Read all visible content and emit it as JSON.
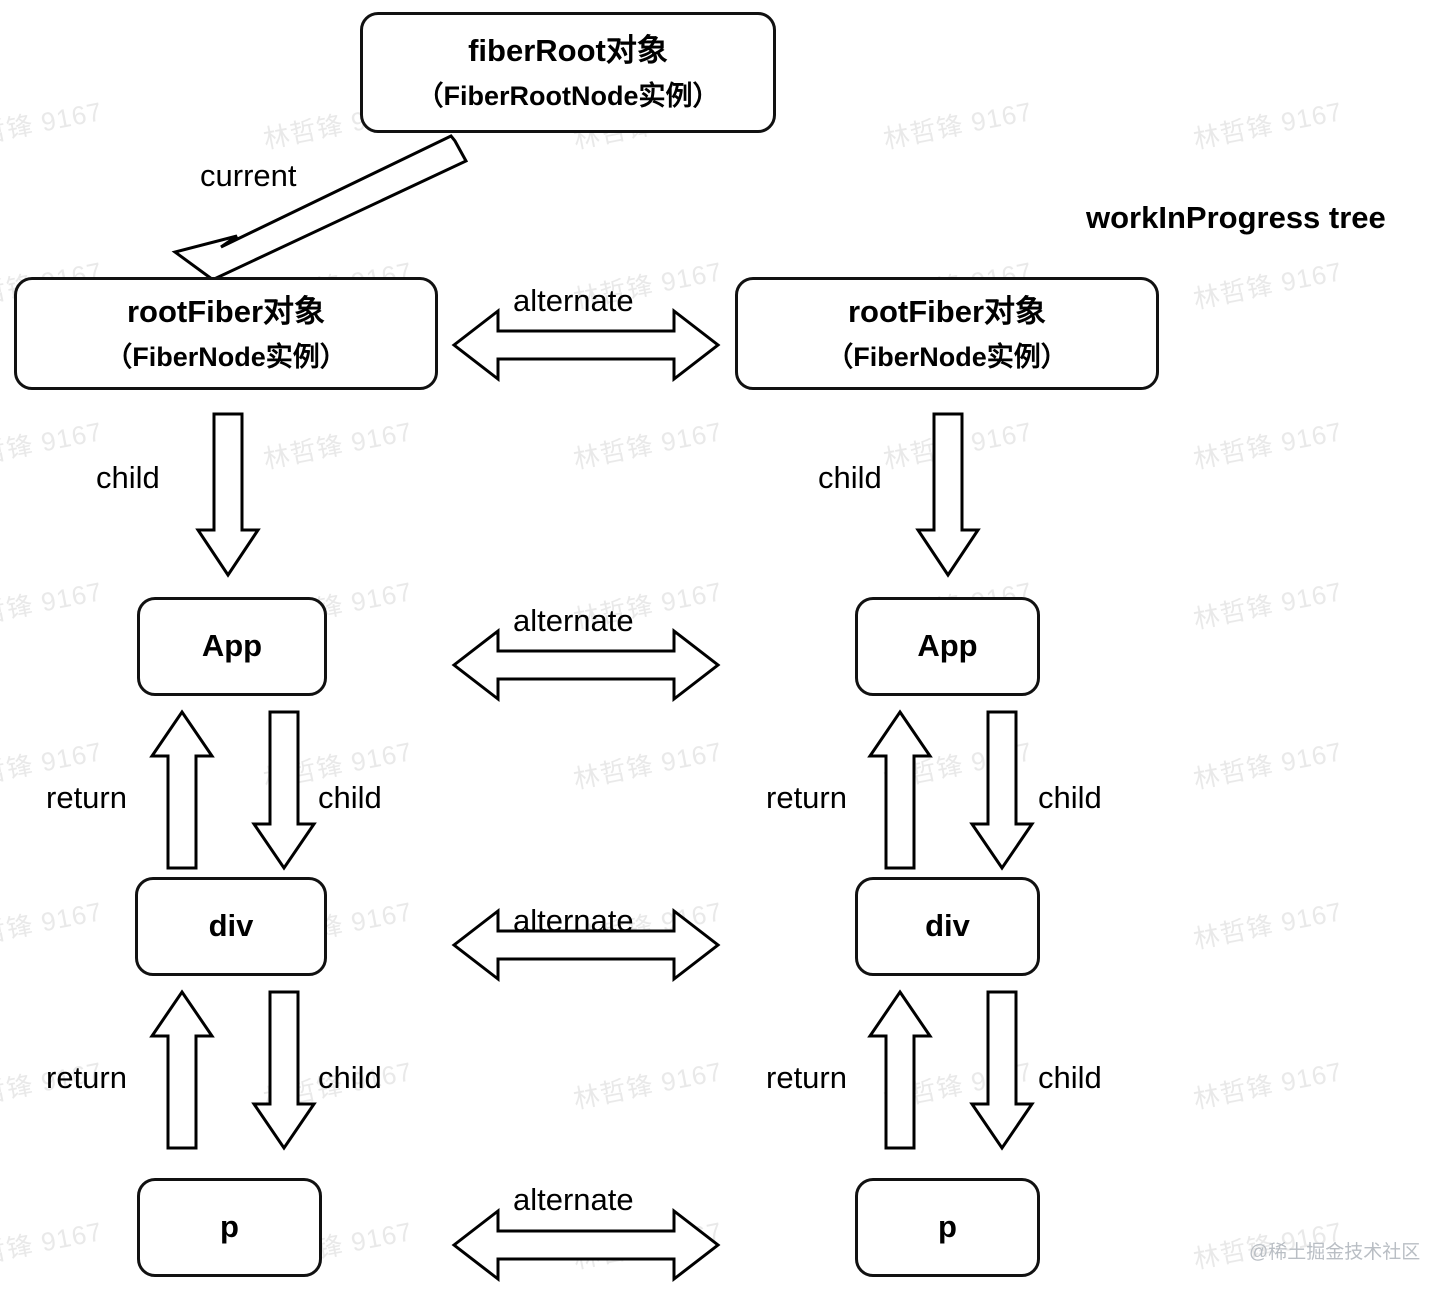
{
  "diagram": {
    "title_label": "workInProgress tree",
    "credit": "@稀土掘金技术社区",
    "watermark_text": "林哲锋 9167",
    "colors": {
      "stroke": "#111111",
      "background": "#ffffff",
      "text": "#000000",
      "watermark": "#e9e9e9",
      "credit": "#b9bec4"
    },
    "nodes": {
      "fiber_root": {
        "line1": "fiberRoot对象",
        "line2": "（FiberRootNode实例）"
      },
      "root_fiber_left": {
        "line1": "rootFiber对象",
        "line2": "（FiberNode实例）"
      },
      "root_fiber_right": {
        "line1": "rootFiber对象",
        "line2": "（FiberNode实例）"
      },
      "app_left": {
        "line1": "App"
      },
      "app_right": {
        "line1": "App"
      },
      "div_left": {
        "line1": "div"
      },
      "div_right": {
        "line1": "div"
      },
      "p_left": {
        "line1": "p"
      },
      "p_right": {
        "line1": "p"
      }
    },
    "edges": {
      "current": "current",
      "alternate_root": "alternate",
      "alternate_app": "alternate",
      "alternate_div": "alternate",
      "alternate_p": "alternate",
      "child_root_left": "child",
      "child_root_right": "child",
      "return_app_left": "return",
      "child_app_left": "child",
      "return_app_right": "return",
      "child_app_right": "child",
      "return_div_left": "return",
      "child_div_left": "child",
      "return_div_right": "return",
      "child_div_right": "child"
    }
  }
}
